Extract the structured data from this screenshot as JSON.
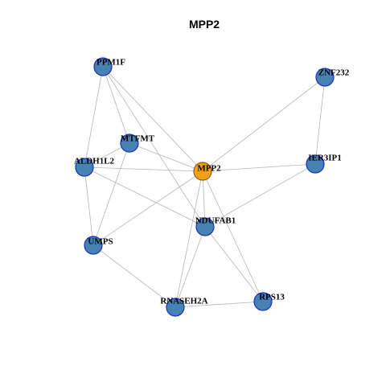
{
  "title": "MPP2",
  "colors": {
    "node_fill": "#4682b4",
    "node_stroke": "#1c2fb8",
    "center_fill": "#f5a10f",
    "center_stroke": "#8a5a30",
    "edge": "#b4b4b4"
  },
  "nodes": [
    {
      "id": "PPM1F",
      "label": "PPM1F"
    },
    {
      "id": "ZNF232",
      "label": "ZNF232"
    },
    {
      "id": "MTFMT",
      "label": "MTFMT"
    },
    {
      "id": "ALDH1L2",
      "label": "ALDH1L2"
    },
    {
      "id": "MPP2",
      "label": "MPP2",
      "center": true
    },
    {
      "id": "IER3IP1",
      "label": "IER3IP1"
    },
    {
      "id": "NDUFAB1",
      "label": "NDUFAB1"
    },
    {
      "id": "UMPS",
      "label": "UMPS"
    },
    {
      "id": "RNASEH2A",
      "label": "RNASEH2A"
    },
    {
      "id": "RPS13",
      "label": "RPS13"
    }
  ],
  "edges": [
    [
      "PPM1F",
      "MTFMT"
    ],
    [
      "PPM1F",
      "ALDH1L2"
    ],
    [
      "PPM1F",
      "MPP2"
    ],
    [
      "PPM1F",
      "NDUFAB1"
    ],
    [
      "ZNF232",
      "MPP2"
    ],
    [
      "ZNF232",
      "IER3IP1"
    ],
    [
      "MTFMT",
      "ALDH1L2"
    ],
    [
      "MTFMT",
      "MPP2"
    ],
    [
      "MTFMT",
      "UMPS"
    ],
    [
      "ALDH1L2",
      "MPP2"
    ],
    [
      "ALDH1L2",
      "UMPS"
    ],
    [
      "ALDH1L2",
      "NDUFAB1"
    ],
    [
      "MPP2",
      "IER3IP1"
    ],
    [
      "MPP2",
      "NDUFAB1"
    ],
    [
      "MPP2",
      "UMPS"
    ],
    [
      "MPP2",
      "RNASEH2A"
    ],
    [
      "MPP2",
      "RPS13"
    ],
    [
      "IER3IP1",
      "NDUFAB1"
    ],
    [
      "NDUFAB1",
      "RNASEH2A"
    ],
    [
      "NDUFAB1",
      "RPS13"
    ],
    [
      "UMPS",
      "RNASEH2A"
    ],
    [
      "RNASEH2A",
      "RPS13"
    ]
  ]
}
